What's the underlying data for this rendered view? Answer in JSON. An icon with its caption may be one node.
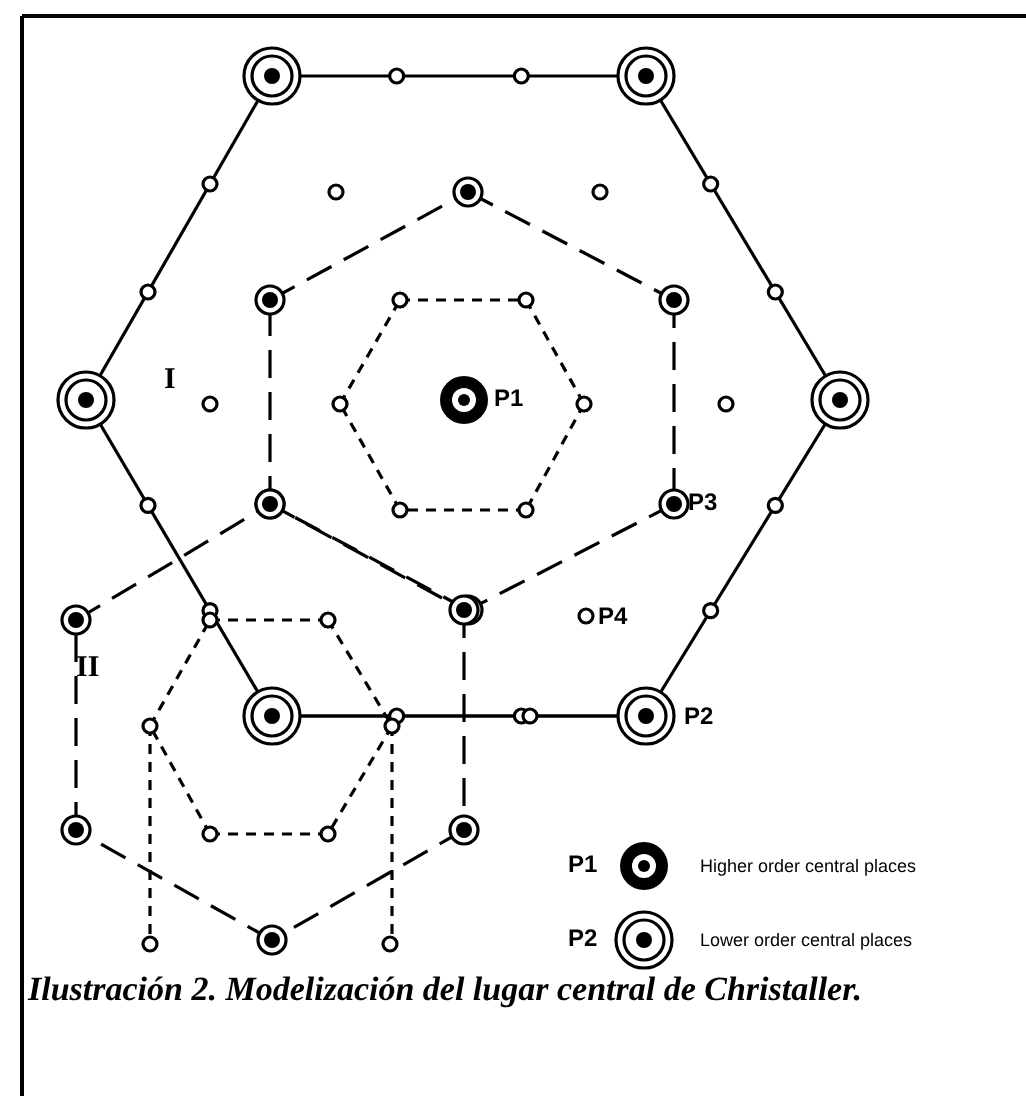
{
  "diagram": {
    "caption": "Ilustración 2. Modelización del lugar central de Christaller.",
    "labels": [
      "I",
      "P1",
      "P3",
      "P4",
      "II",
      "P2",
      "P1",
      "P2"
    ],
    "legend": [
      {
        "text": "Higher order central places"
      },
      {
        "text": "Lower order central places"
      }
    ]
  }
}
